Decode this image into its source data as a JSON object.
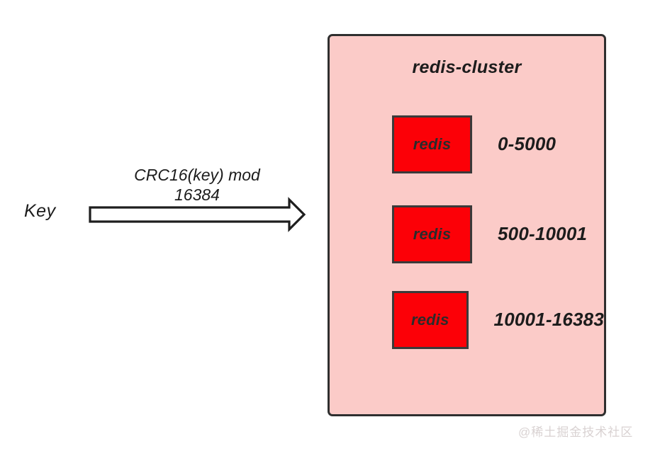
{
  "diagram": {
    "input": {
      "key_label": "Key",
      "formula_line1": "CRC16(key) mod",
      "formula_line2": "16384",
      "arrow_name": "block-arrow-right"
    },
    "cluster": {
      "title": "redis-cluster",
      "panel_color": "#fbcbc8",
      "border_color": "#2f2f2f",
      "node_color": "#fc0007",
      "nodes": [
        {
          "label": "redis",
          "slot_range": "0-5000"
        },
        {
          "label": "redis",
          "slot_range": "500-10001"
        },
        {
          "label": "redis",
          "slot_range": "10001-16383"
        }
      ]
    },
    "watermark": "@稀土掘金技术社区"
  }
}
